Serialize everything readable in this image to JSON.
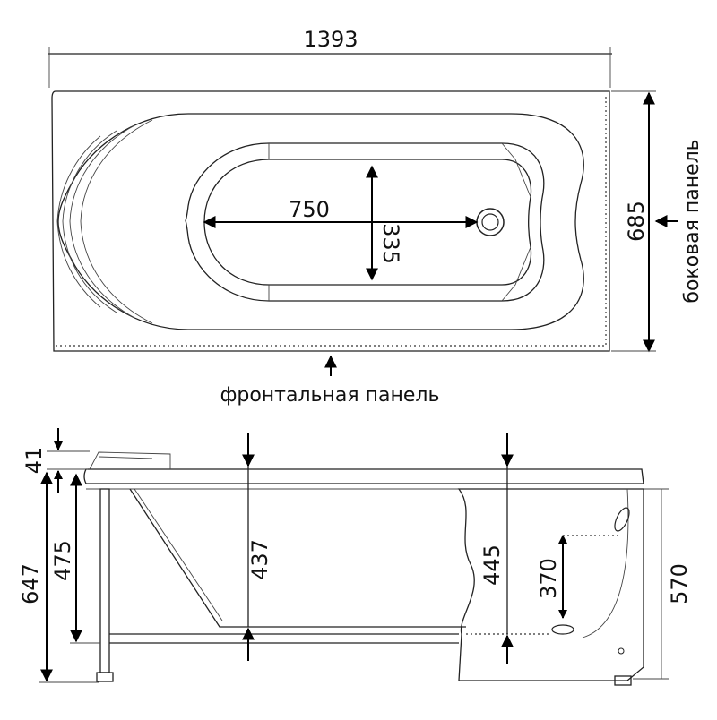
{
  "top_view": {
    "length": "1393",
    "width": "685",
    "inner_length": "750",
    "inner_width": "335",
    "front_panel_label": "фронтальная панель",
    "side_panel_label": "боковая панель"
  },
  "side_view": {
    "rim_thickness": "41",
    "total_height": "647",
    "rim_height": "475",
    "depth_front": "437",
    "depth_back": "445",
    "drain_height": "370",
    "panel_height": "570"
  }
}
